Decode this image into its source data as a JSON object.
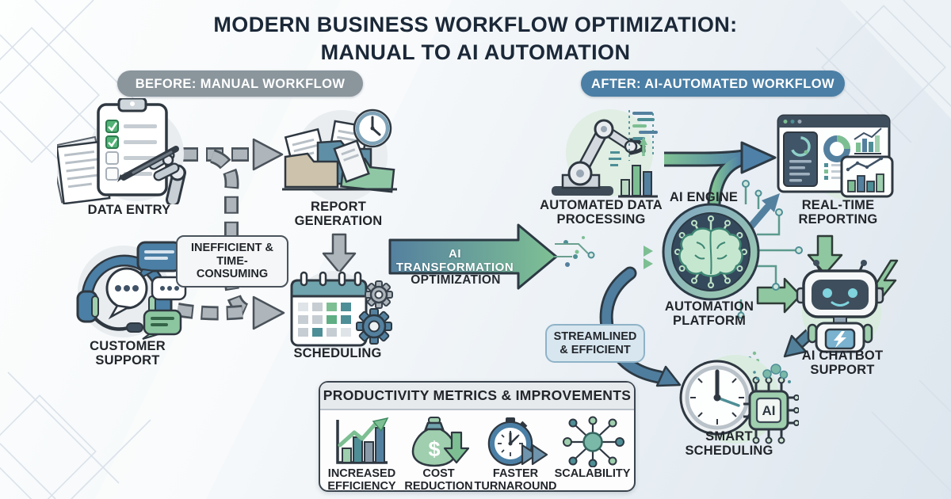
{
  "title": {
    "line1": "MODERN BUSINESS WORKFLOW OPTIMIZATION:",
    "line2": "MANUAL TO AI AUTOMATION"
  },
  "before": {
    "badge": "BEFORE: MANUAL WORKFLOW",
    "callout": "INEFFICIENT & TIME-CONSUMING",
    "nodes": {
      "data_entry": {
        "label": "DATA ENTRY",
        "icon": "clipboard-robot-hand-icon"
      },
      "report_generation": {
        "label": "REPORT GENERATION",
        "icon": "folders-clock-icon"
      },
      "customer_support": {
        "label": "CUSTOMER SUPPORT",
        "icon": "headset-chat-icon"
      },
      "scheduling": {
        "label": "SCHEDULING",
        "icon": "calendar-gears-icon"
      }
    }
  },
  "transform": {
    "arrow_label": "AI TRANSFORMATION",
    "sub_label": "OPTIMIZATION"
  },
  "after": {
    "badge": "AFTER: AI-AUTOMATED WORKFLOW",
    "callout": "STREAMLINED & EFFICIENT",
    "nodes": {
      "automated_data_processing": {
        "label": "AUTOMATED DATA PROCESSING",
        "icon": "robot-arm-chart-icon"
      },
      "ai_engine": {
        "label": "AI ENGINE"
      },
      "real_time_reporting": {
        "label": "REAL-TIME REPORTING",
        "icon": "dashboard-icon"
      },
      "automation_platform": {
        "label": "AUTOMATION PLATFORM",
        "icon": "brain-circuit-icon"
      },
      "ai_chatbot_support": {
        "label": "AI CHATBOT SUPPORT",
        "icon": "chatbot-icon"
      },
      "smart_scheduling": {
        "label": "SMART SCHEDULING",
        "icon": "clock-ai-chip-icon",
        "chip_text": "AI"
      }
    }
  },
  "metrics": {
    "title": "PRODUCTIVITY METRICS & IMPROVEMENTS",
    "items": [
      {
        "label": "INCREASED EFFICIENCY",
        "icon": "bar-chart-up-icon"
      },
      {
        "label": "COST REDUCTION",
        "icon": "money-bag-down-icon"
      },
      {
        "label": "FASTER TURNAROUND",
        "icon": "stopwatch-fast-forward-icon"
      },
      {
        "label": "SCALABILITY",
        "icon": "network-nodes-icon"
      }
    ]
  },
  "colors": {
    "title_navy": "#1b2838",
    "badge_gray": "#8a959c",
    "badge_blue": "#4b7fa5",
    "accent_green": "#7dbf93",
    "accent_teal": "#4e8e96",
    "accent_steel": "#54809f"
  }
}
